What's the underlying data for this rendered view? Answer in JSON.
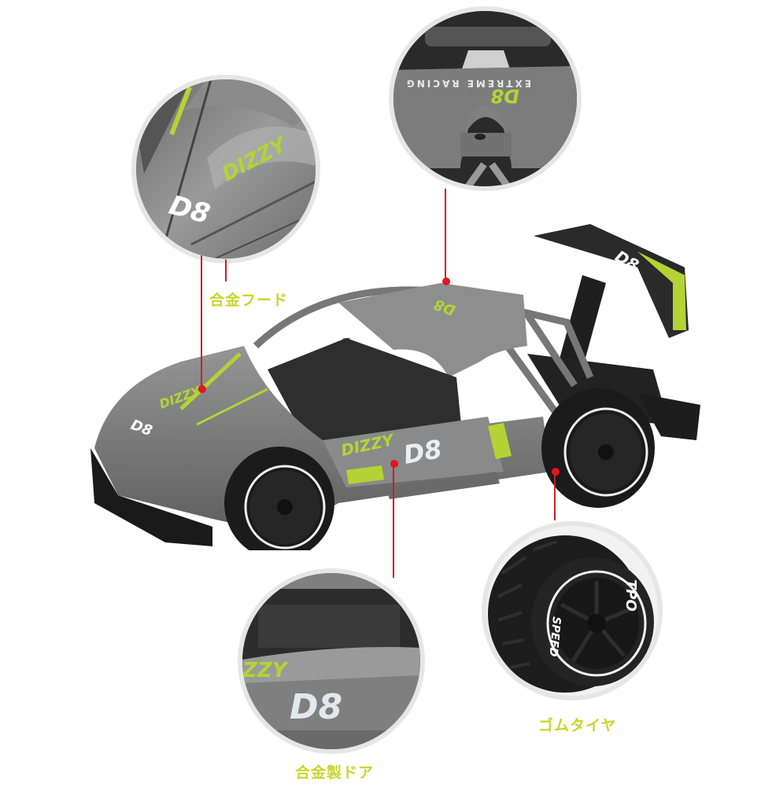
{
  "product": {
    "model_badge": "D8",
    "brand_text": "DIZZY",
    "sub_text": "EXTREME RACING",
    "tire_text_1": "SPEED",
    "tire_text_2": "TPO"
  },
  "callouts": [
    {
      "id": "hood",
      "label": "合金フード",
      "detail": "Alloy hood close-up"
    },
    {
      "id": "roof",
      "label": "",
      "detail": "Roof panel close-up"
    },
    {
      "id": "door",
      "label": "合金製ドア",
      "detail": "Alloy door close-up"
    },
    {
      "id": "tire",
      "label": "ゴムタイヤ",
      "detail": "Rubber tire close-up"
    }
  ],
  "colors": {
    "accent_green": "#b5d334",
    "label_yellow": "#c8d62a",
    "callout_red": "#d01a24",
    "body_gray": "#7a7a7a",
    "tire_black": "#1d1d1d"
  }
}
